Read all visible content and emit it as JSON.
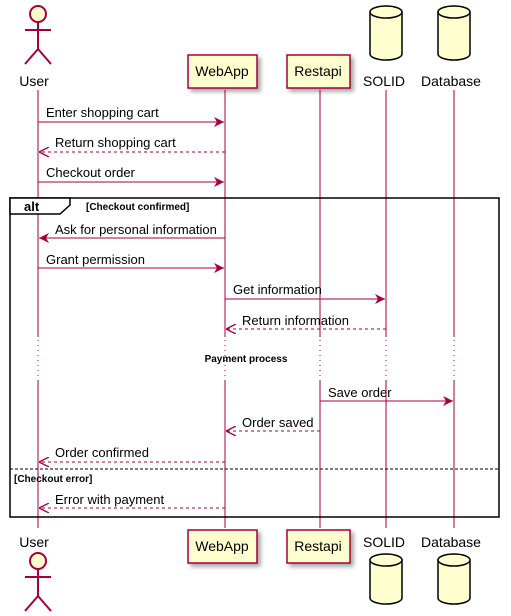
{
  "participants": [
    {
      "id": "user",
      "label": "User",
      "kind": "actor"
    },
    {
      "id": "webapp",
      "label": "WebApp",
      "kind": "participant"
    },
    {
      "id": "restapi",
      "label": "Restapi",
      "kind": "participant"
    },
    {
      "id": "solid",
      "label": "SOLID",
      "kind": "database"
    },
    {
      "id": "database",
      "label": "Database",
      "kind": "database"
    }
  ],
  "messages": [
    {
      "from": "user",
      "to": "webapp",
      "label": "Enter shopping cart",
      "style": "solid"
    },
    {
      "from": "webapp",
      "to": "user",
      "label": "Return shopping cart",
      "style": "dashed"
    },
    {
      "from": "user",
      "to": "webapp",
      "label": "Checkout order",
      "style": "solid"
    },
    {
      "from": "webapp",
      "to": "user",
      "label": "Ask for personal information",
      "style": "solid"
    },
    {
      "from": "user",
      "to": "webapp",
      "label": "Grant permission",
      "style": "solid"
    },
    {
      "from": "webapp",
      "to": "solid",
      "label": "Get information",
      "style": "solid"
    },
    {
      "from": "solid",
      "to": "webapp",
      "label": "Return information",
      "style": "dashed"
    },
    {
      "from": "restapi",
      "to": "database",
      "label": "Save order",
      "style": "solid"
    },
    {
      "from": "restapi",
      "to": "webapp",
      "label": "Order saved",
      "style": "dashed"
    },
    {
      "from": "webapp",
      "to": "user",
      "label": "Order confirmed",
      "style": "dashed"
    },
    {
      "from": "webapp",
      "to": "user",
      "label": "Error with payment",
      "style": "dashed"
    }
  ],
  "alt_block": {
    "keyword": "alt",
    "guard": "[Checkout confirmed]",
    "else_guard": "[Checkout error]"
  },
  "divider": {
    "label": "Payment process"
  },
  "colors": {
    "line": "#A80036",
    "box_fill": "#FEFECE",
    "frame": "#000000"
  }
}
